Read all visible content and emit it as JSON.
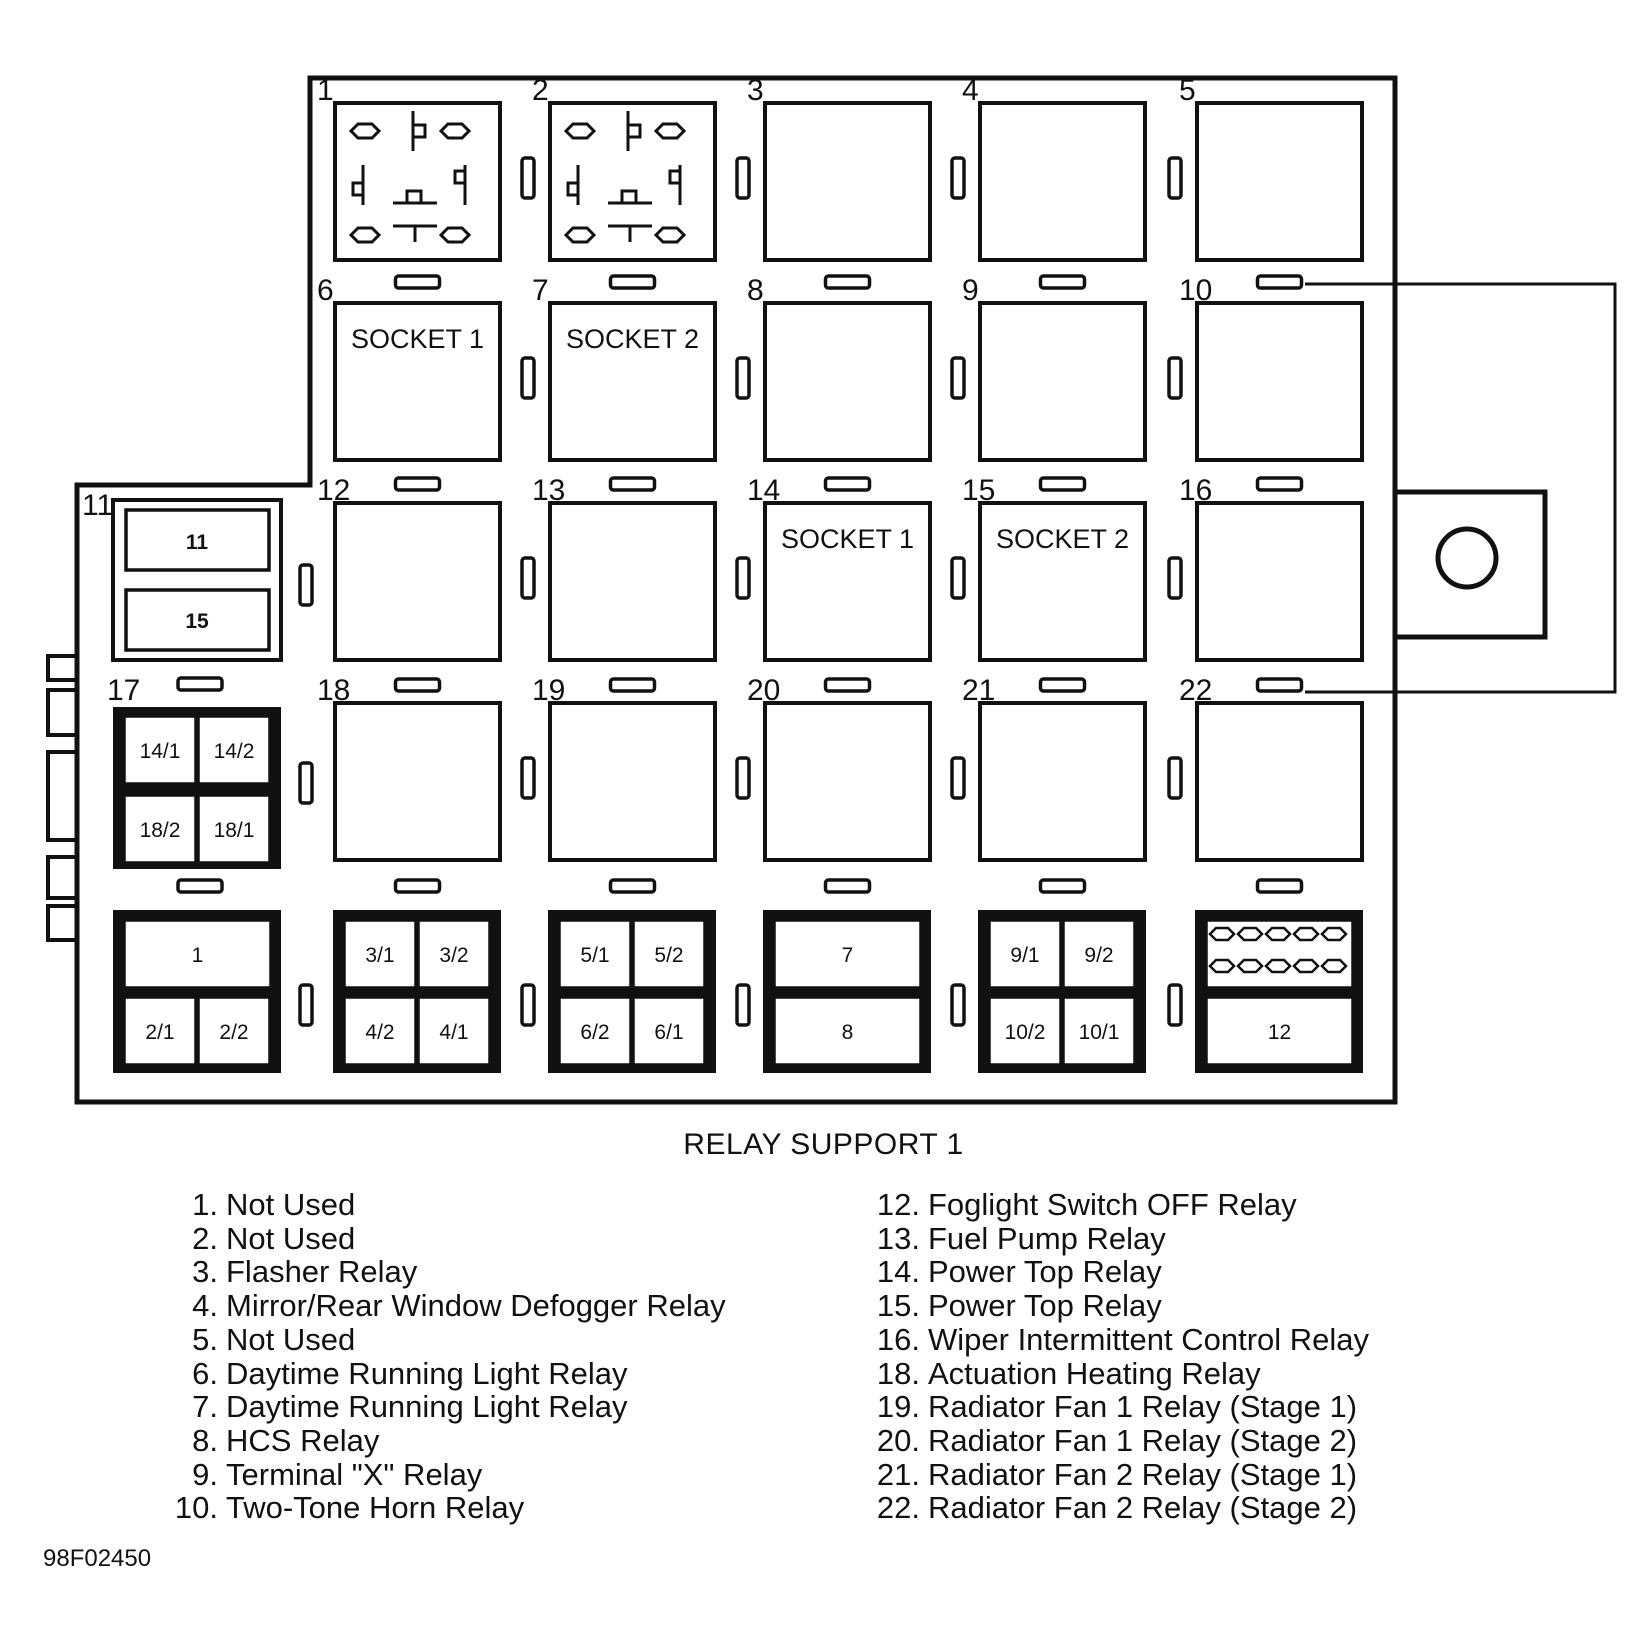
{
  "title": "RELAY SUPPORT 1",
  "figure_code": "98F02450",
  "position_numbers": [
    "1",
    "2",
    "3",
    "4",
    "5",
    "6",
    "7",
    "8",
    "9",
    "10",
    "11",
    "12",
    "13",
    "14",
    "15",
    "16",
    "17",
    "18",
    "19",
    "20",
    "21",
    "22"
  ],
  "socket_labels": {
    "socket_1": "SOCKET 1",
    "socket_2": "SOCKET 2"
  },
  "module_11_labels": [
    "11",
    "15"
  ],
  "fuse_labels": {
    "m17": [
      "14/1",
      "14/2",
      "18/2",
      "18/1"
    ],
    "b1": [
      "1",
      "2/1",
      "2/2"
    ],
    "b2": [
      "3/1",
      "3/2",
      "4/2",
      "4/1"
    ],
    "b3": [
      "5/1",
      "5/2",
      "6/2",
      "6/1"
    ],
    "b4": [
      "7",
      "8"
    ],
    "b5": [
      "9/1",
      "9/2",
      "10/2",
      "10/1"
    ],
    "b6": [
      "12"
    ]
  },
  "legend_left": [
    {
      "n": "1.",
      "t": "Not Used"
    },
    {
      "n": "2.",
      "t": "Not Used"
    },
    {
      "n": "3.",
      "t": "Flasher Relay"
    },
    {
      "n": "4.",
      "t": "Mirror/Rear Window Defogger Relay"
    },
    {
      "n": "5.",
      "t": "Not Used"
    },
    {
      "n": "6.",
      "t": "Daytime Running Light Relay"
    },
    {
      "n": "7.",
      "t": "Daytime Running Light Relay"
    },
    {
      "n": "8.",
      "t": "HCS Relay"
    },
    {
      "n": "9.",
      "t": "Terminal \"X\" Relay"
    },
    {
      "n": "10.",
      "t": "Two-Tone Horn Relay"
    }
  ],
  "legend_right": [
    {
      "n": "12.",
      "t": "Foglight Switch OFF Relay"
    },
    {
      "n": "13.",
      "t": "Fuel Pump Relay"
    },
    {
      "n": "14.",
      "t": "Power Top Relay"
    },
    {
      "n": "15.",
      "t": "Power Top Relay"
    },
    {
      "n": "16.",
      "t": "Wiper Intermittent Control Relay"
    },
    {
      "n": "18.",
      "t": "Actuation Heating Relay"
    },
    {
      "n": "19.",
      "t": "Radiator Fan 1 Relay (Stage 1)"
    },
    {
      "n": "20.",
      "t": "Radiator Fan 1 Relay (Stage 2)"
    },
    {
      "n": "21.",
      "t": "Radiator Fan 2 Relay (Stage 1)"
    },
    {
      "n": "22.",
      "t": "Radiator Fan 2 Relay (Stage 2)"
    }
  ]
}
